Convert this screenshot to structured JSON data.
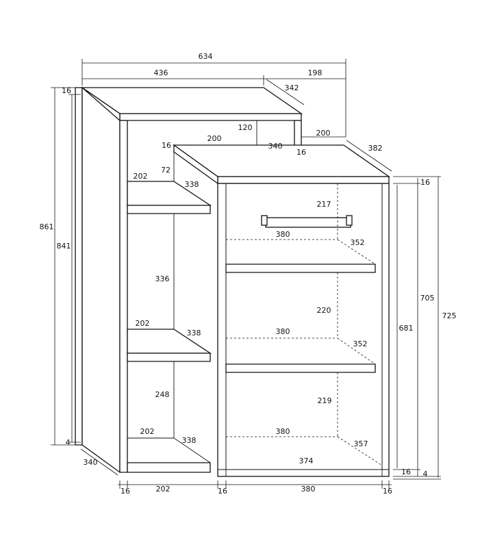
{
  "dimensions": {
    "total_width": "634",
    "top_width": "436",
    "right_offset": "198",
    "top_depth": "342",
    "ledge_height": "120",
    "ledge_width": "200",
    "ledge_depth": "340",
    "ledge_thickness": "16",
    "cabinet_top_width": "200",
    "cabinet_depth": "382",
    "left_total_height": "861",
    "left_inner_height": "841",
    "left_top_thickness": "16",
    "left_bottom_gap": "4",
    "left_depth": "340",
    "upper_gap": "72",
    "shelf1_width": "202",
    "shelf1_depth": "338",
    "mid_height": "336",
    "shelf2_width": "202",
    "shelf2_depth": "338",
    "lower_height": "248",
    "bottom_width": "202",
    "bottom_depth": "338",
    "cab_top_gap": "217",
    "cab_shelf1_width": "380",
    "cab_shelf1_depth": "352",
    "cab_mid_gap": "220",
    "cab_shelf2_width": "380",
    "cab_shelf2_depth": "352",
    "cab_low_gap": "219",
    "cab_bottom_width": "380",
    "cab_bottom_depth": "357",
    "cab_base_width": "374",
    "cab_inner_height": "681",
    "cab_height": "705",
    "cab_total_height": "725",
    "cab_top_thickness": "16",
    "cab_bottom_thickness": "16",
    "cab_base_gap": "4",
    "bottom_side_left": "16",
    "bottom_open_width": "202",
    "bottom_middle": "16",
    "bottom_cab_width": "380",
    "bottom_side_right": "16"
  }
}
